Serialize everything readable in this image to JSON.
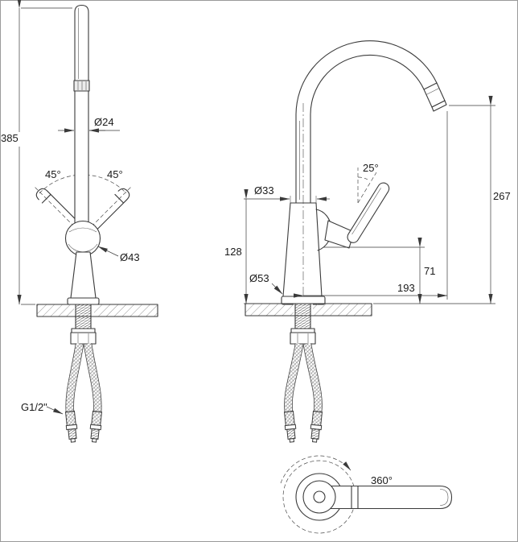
{
  "colors": {
    "line": "#3a3a3a",
    "background": "#ffffff"
  },
  "views": {
    "side": {
      "overall_height": "385",
      "spout_diameter": "Ø24",
      "swivel_angle_left": "45°",
      "swivel_angle_right": "45°",
      "joint_diameter": "Ø43",
      "connection_thread": "G1/2\""
    },
    "front": {
      "neck_diameter": "Ø33",
      "handle_angle": "25°",
      "spout_height": "267",
      "body_height": "128",
      "base_diameter": "Ø53",
      "handle_clearance": "71",
      "spout_reach": "193"
    },
    "top": {
      "swivel_range": "360°"
    }
  }
}
